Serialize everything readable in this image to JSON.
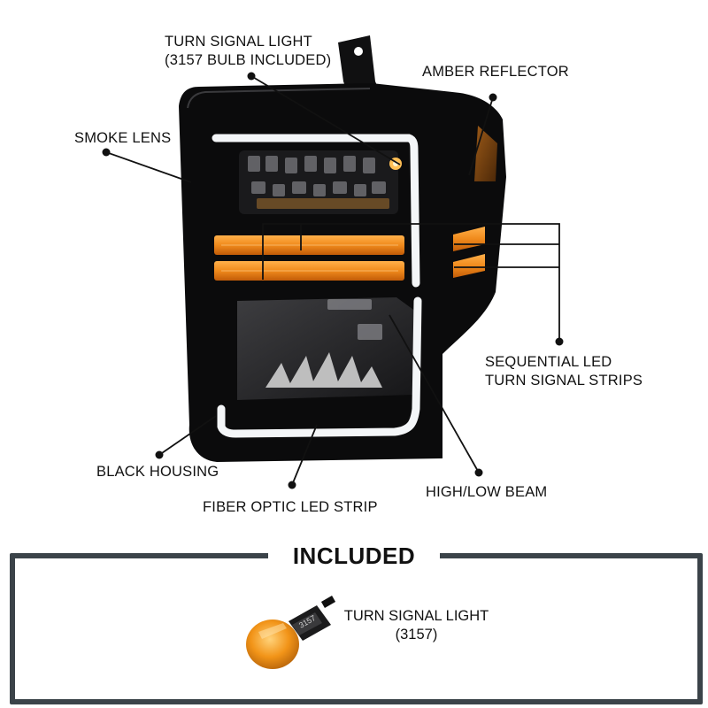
{
  "callouts": {
    "turn_signal": {
      "line1": "TURN SIGNAL LIGHT",
      "line2": "(3157 BULB INCLUDED)"
    },
    "amber_reflector": "AMBER REFLECTOR",
    "smoke_lens": "SMOKE LENS",
    "sequential": {
      "line1": "SEQUENTIAL LED",
      "line2": "TURN SIGNAL STRIPS"
    },
    "black_housing": "BLACK HOUSING",
    "fiber_optic": "FIBER OPTIC LED STRIP",
    "high_low_beam": "HIGH/LOW BEAM"
  },
  "included": {
    "title": "INCLUDED",
    "item": {
      "line1": "TURN SIGNAL LIGHT",
      "line2": "(3157)"
    },
    "bulb_marking": "3157"
  },
  "colors": {
    "housing": "#0b0b0c",
    "amber": "#f08a1c",
    "box_border": "#3b4349",
    "fiber_glow": "#f4f6f8"
  }
}
